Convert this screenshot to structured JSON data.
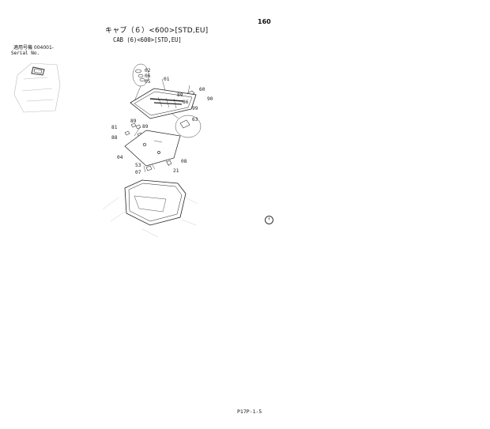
{
  "page_number": "160",
  "title_jp": "キャブ（６）<600>[STD,EU]",
  "title_en": "CAB (6)<600>[STD,EU]",
  "serial_label_jp": "適用号機 004001-",
  "serial_label_en": "Serial No.",
  "footer_code": "P17P-1-5",
  "callouts": {
    "c02": "02",
    "c06": "06",
    "c05": "05",
    "c01": "01",
    "c60": "60",
    "c89a": "89",
    "c90": "90",
    "c86": "86",
    "c99": "99",
    "c63": "63",
    "c81": "81",
    "c89b": "89",
    "c89c": "89",
    "c88": "88",
    "c04": "04",
    "c08": "08",
    "c53": "53",
    "c07": "07",
    "c21": "21"
  }
}
